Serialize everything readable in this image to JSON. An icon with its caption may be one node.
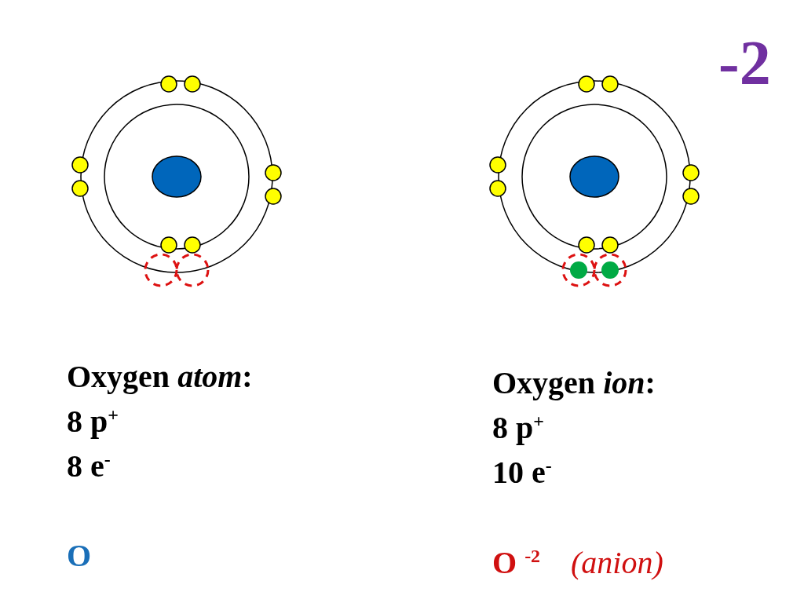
{
  "diagram": {
    "labels": [
      "-2",
      "Oxygen *atom*:",
      "8 p$^{+}$",
      "8 e$^{-}$",
      "O",
      "Oxygen *ion*:",
      "8 p$^{+}$",
      "10 e$^{-}$",
      "O $^{-2}$",
      "(anion)"
    ]
  }
}
